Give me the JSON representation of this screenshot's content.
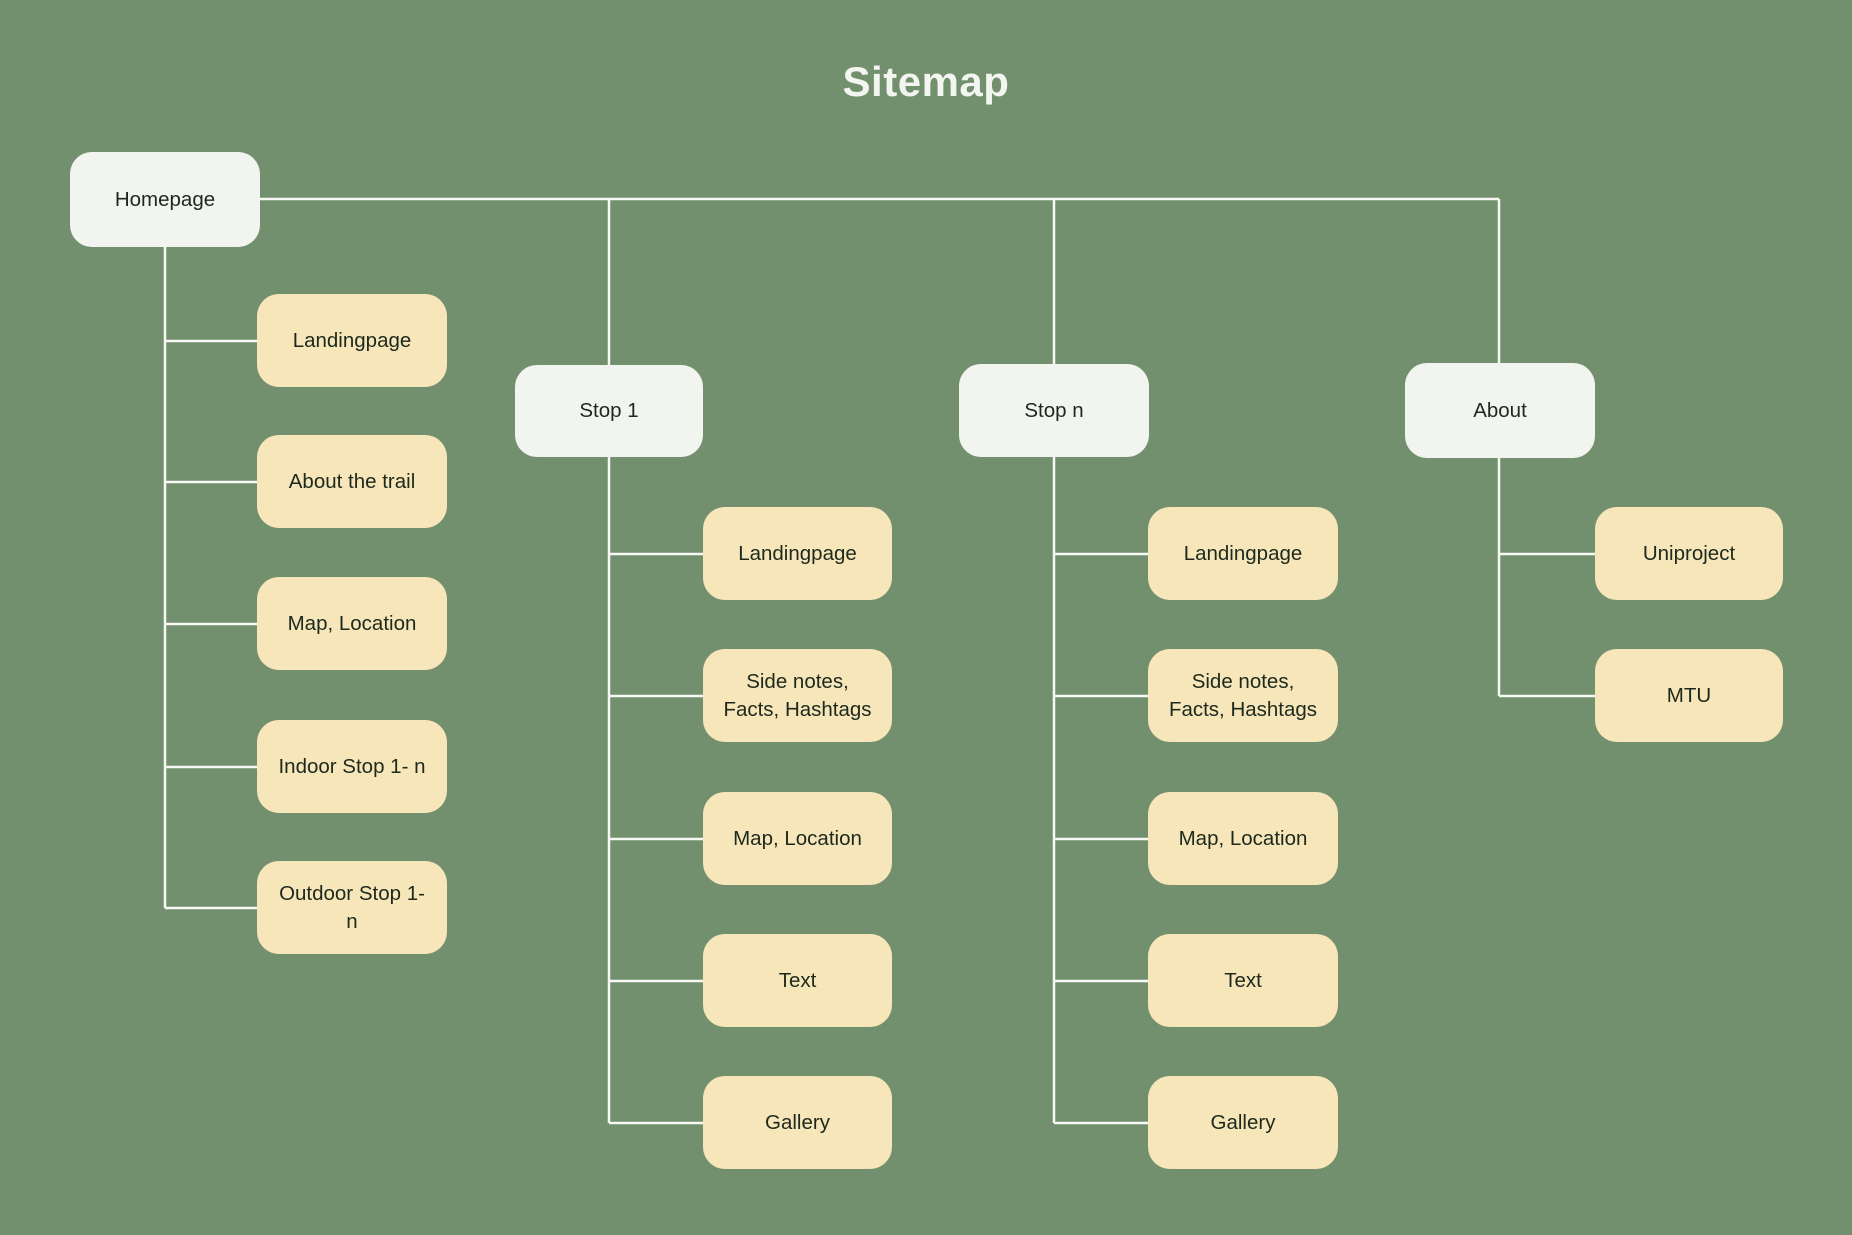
{
  "title": "Sitemap",
  "colors": {
    "background": "#73906E",
    "primary_node": "#F2F4F0",
    "child_node": "#F7E6BA",
    "connector": "#F8F9F5",
    "node_text": "#1C291C",
    "title_text": "#F2F5F0"
  },
  "sitemap": {
    "root": {
      "label": "Homepage"
    },
    "root_children": [
      {
        "label": "Landingpage"
      },
      {
        "label": "About the trail"
      },
      {
        "label": "Map, Location"
      },
      {
        "label": "Indoor Stop 1- n"
      },
      {
        "label": "Outdoor Stop 1- n"
      }
    ],
    "branches": [
      {
        "label": "Stop 1",
        "children": [
          {
            "label": "Landingpage"
          },
          {
            "label": "Side notes, Facts, Hashtags"
          },
          {
            "label": "Map, Location"
          },
          {
            "label": "Text"
          },
          {
            "label": "Gallery"
          }
        ]
      },
      {
        "label": "Stop n",
        "children": [
          {
            "label": "Landingpage"
          },
          {
            "label": "Side notes, Facts, Hashtags"
          },
          {
            "label": "Map, Location"
          },
          {
            "label": "Text"
          },
          {
            "label": "Gallery"
          }
        ]
      },
      {
        "label": "About",
        "children": [
          {
            "label": "Uniproject"
          },
          {
            "label": "MTU"
          }
        ]
      }
    ]
  }
}
